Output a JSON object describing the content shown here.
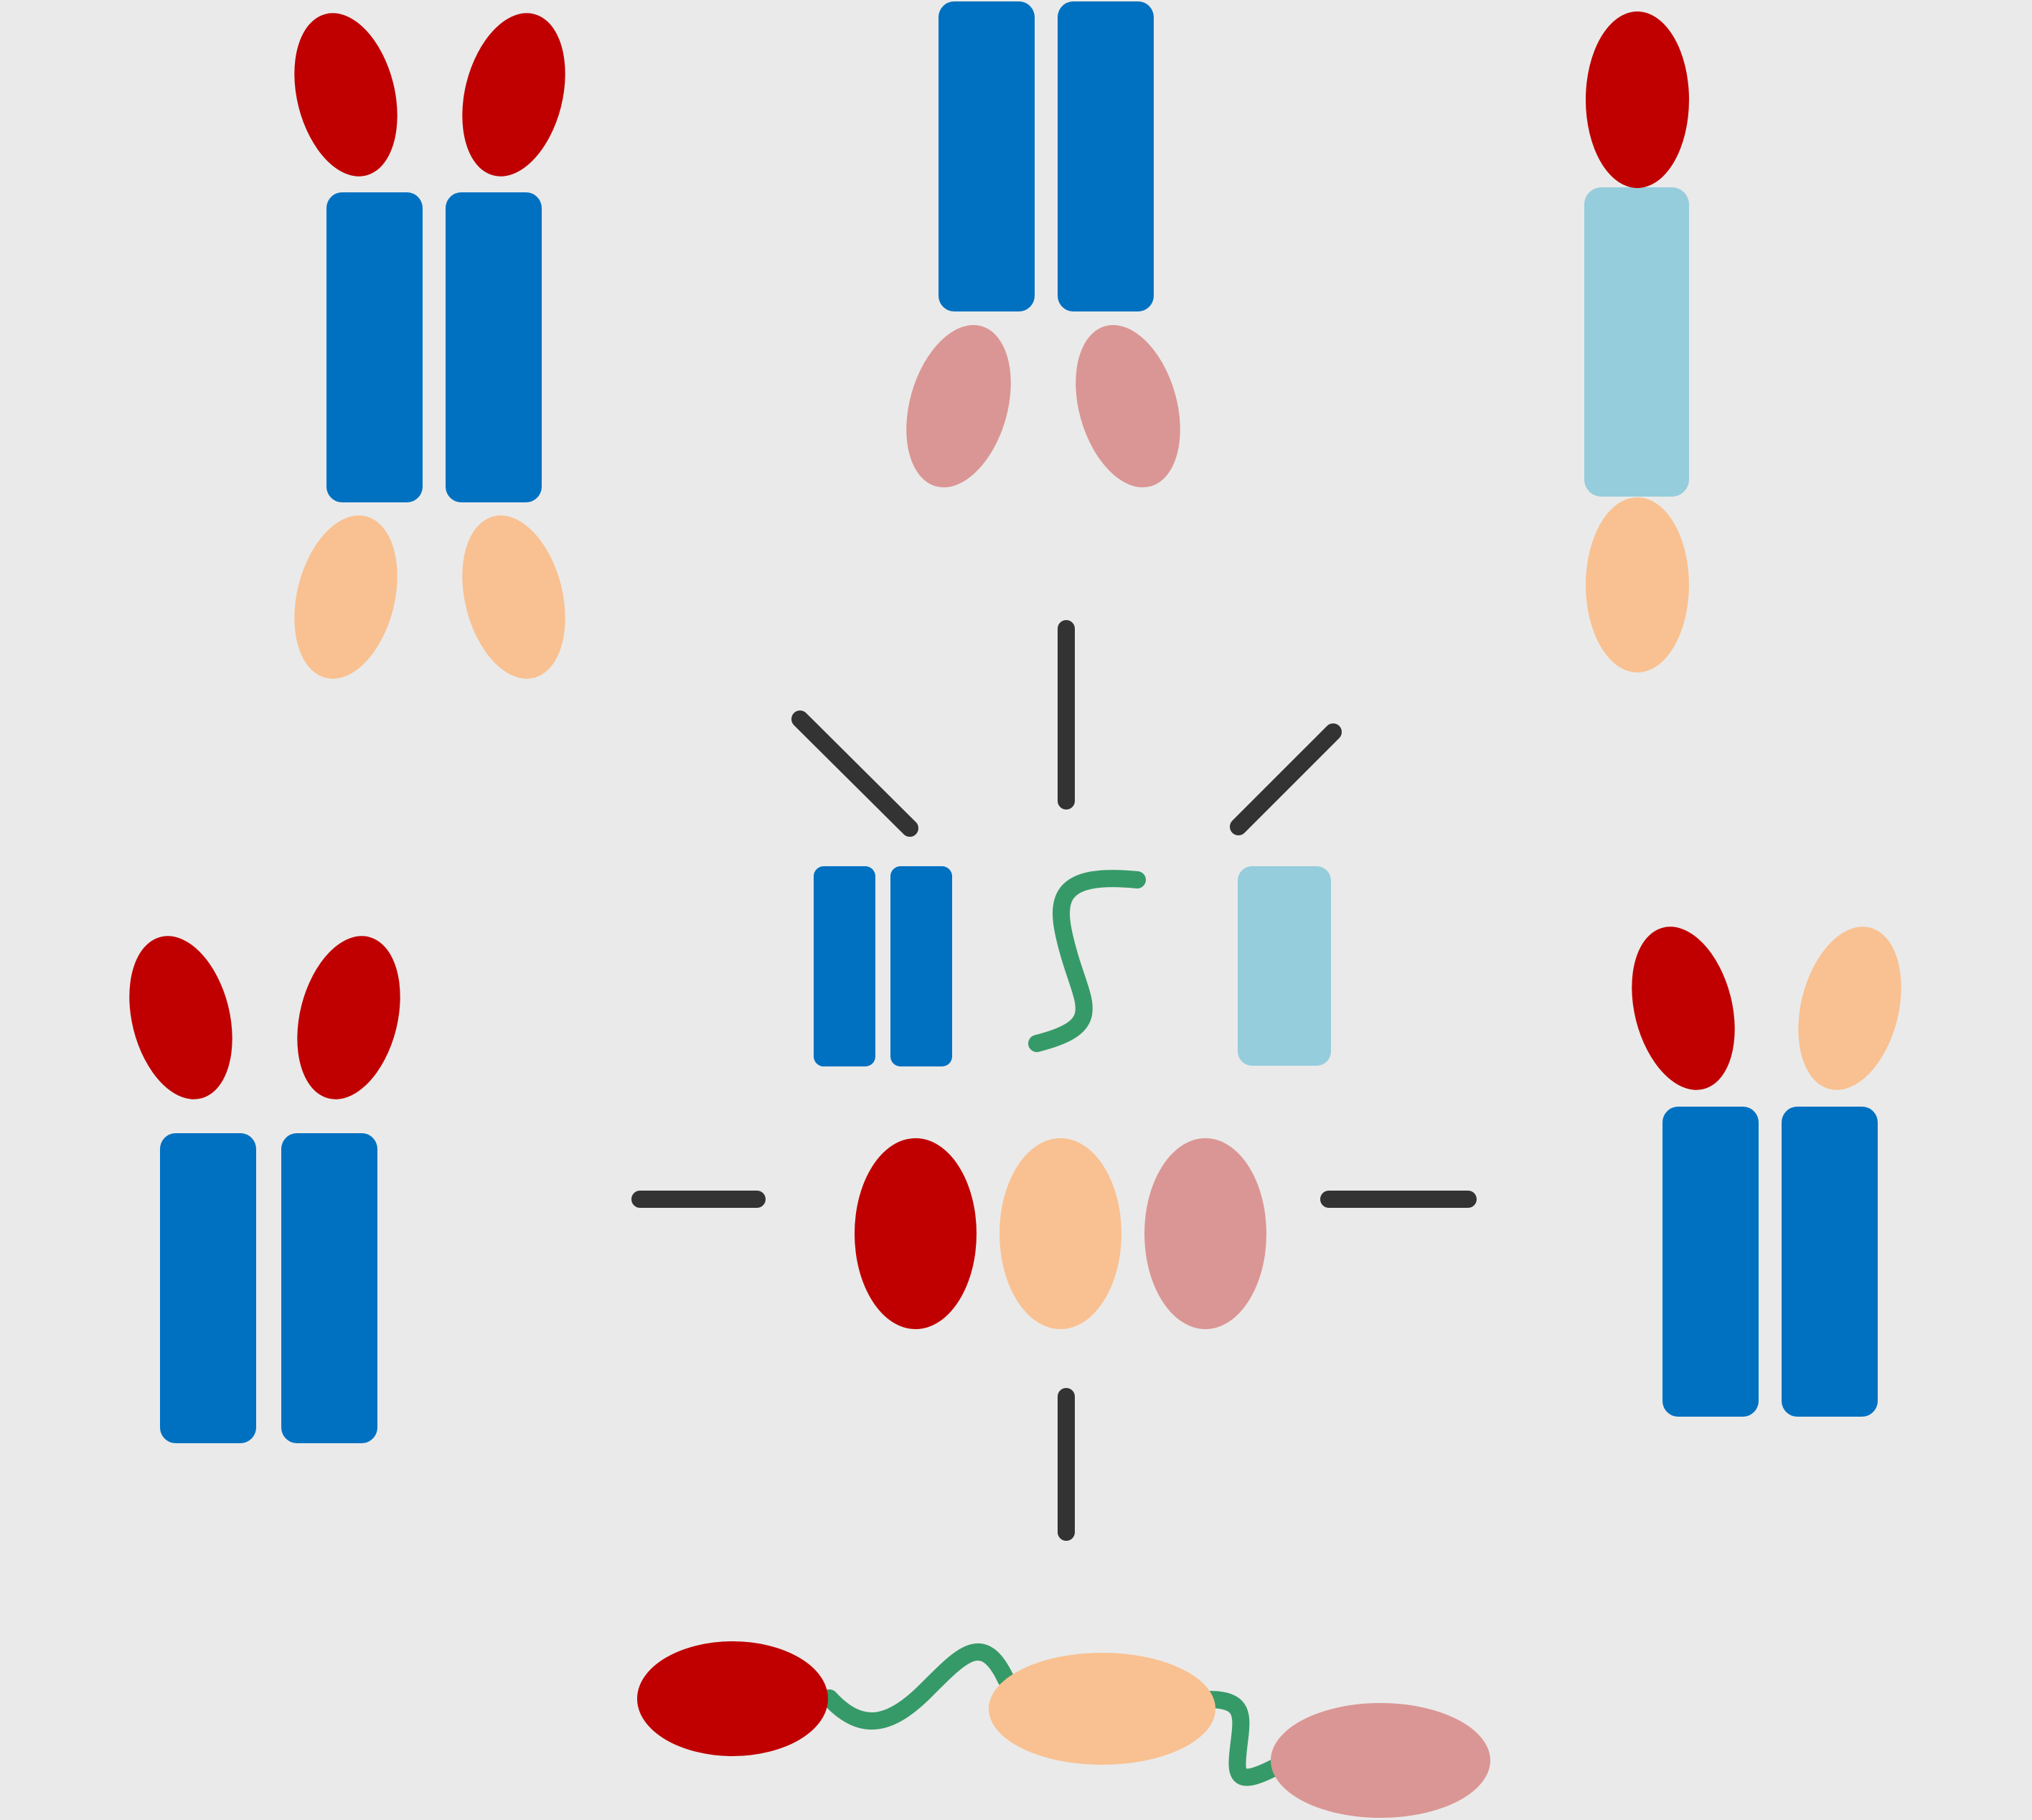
{
  "background": "#EAEAEA",
  "palette": {
    "scaffold_blue": "#0071C1",
    "scaffold_light_blue": "#95CDDC",
    "domain_red": "#C00000",
    "domain_peach": "#F9C191",
    "domain_pink": "#DA9694",
    "linker_green": "#369A68",
    "connector_dark": "#333333"
  },
  "diagram": {
    "type": "modular-assembly",
    "text_labels": [],
    "center_components": {
      "scaffolds": [
        "scaffold-dimer-blue",
        "flexible-linker-green",
        "scaffold-single-light-blue"
      ],
      "domains": [
        "domain-red",
        "domain-peach",
        "domain-pink"
      ]
    },
    "assemblies": [
      {
        "id": "dimer-red-top-peach-bottom",
        "scaffold": "scaffold_blue",
        "domains": [
          "domain_red",
          "domain_red",
          "domain_peach",
          "domain_peach"
        ]
      },
      {
        "id": "dimer-pink-bottom",
        "scaffold": "scaffold_blue",
        "domains": [
          "domain_pink",
          "domain_pink"
        ]
      },
      {
        "id": "single-red-top-peach-bottom",
        "scaffold": "scaffold_light_blue",
        "domains": [
          "domain_red",
          "domain_peach"
        ]
      },
      {
        "id": "dimer-red-top",
        "scaffold": "scaffold_blue",
        "domains": [
          "domain_red",
          "domain_red"
        ]
      },
      {
        "id": "dimer-red-peach-top",
        "scaffold": "scaffold_blue",
        "domains": [
          "domain_red",
          "domain_peach"
        ]
      },
      {
        "id": "linker-fusion-chain",
        "scaffold": "linker_green",
        "domains": [
          "domain_red",
          "domain_peach",
          "domain_pink"
        ]
      }
    ]
  }
}
